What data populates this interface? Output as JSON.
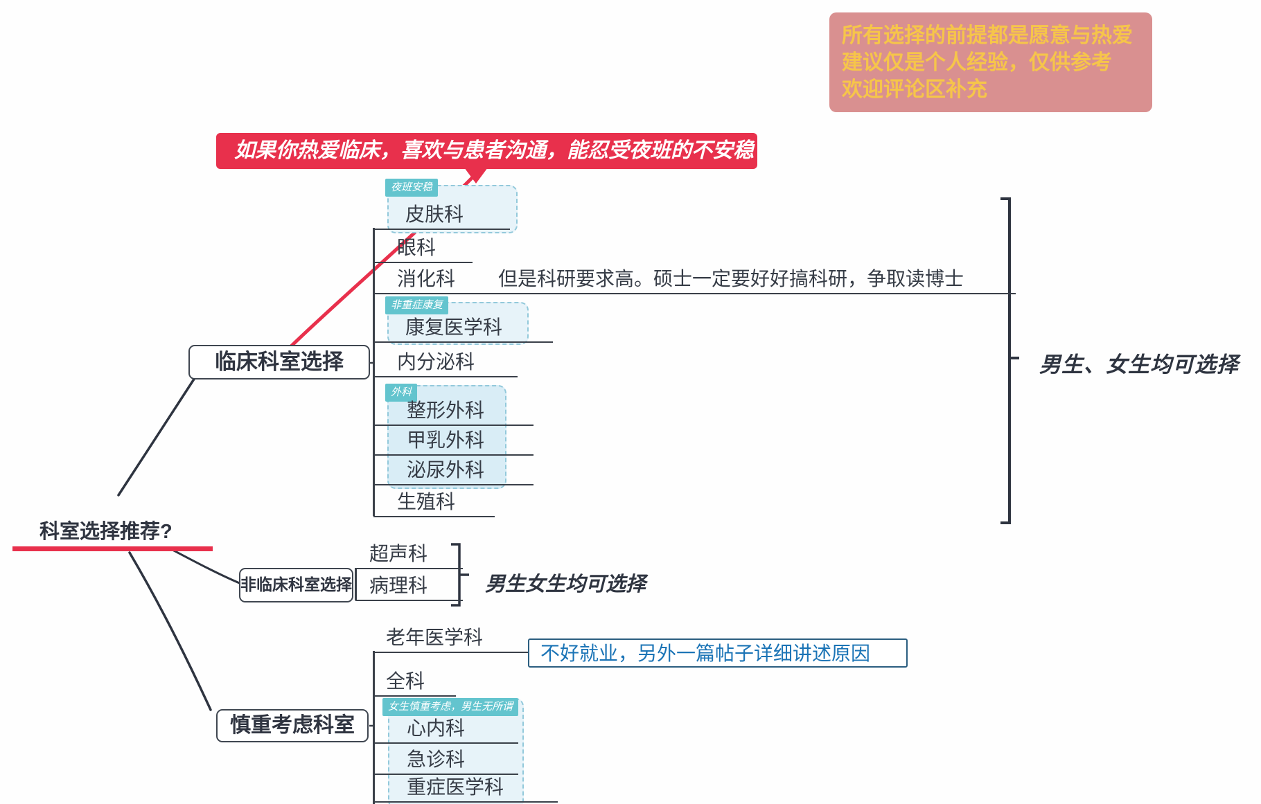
{
  "disclaimer": {
    "lines": [
      "所有选择的前提都是愿意与热爱",
      "建议仅是个人经验，仅供参考",
      "欢迎评论区补充"
    ]
  },
  "banner": {
    "text": "如果你热爱临床，喜欢与患者沟通，能忍受夜班的不安稳"
  },
  "root": {
    "label": "科室选择推荐?"
  },
  "branches": {
    "clinical": {
      "label": "临床科室选择",
      "children": {
        "dermatology": {
          "tag": "夜班安稳",
          "label": "皮肤科"
        },
        "ophthalmology": {
          "label": "眼科"
        },
        "gastroenterology": {
          "label": "消化科",
          "note": "但是科研要求高。硕士一定要好好搞科研，争取读博士"
        },
        "rehabilitation": {
          "tag": "非重症康复",
          "label": "康复医学科"
        },
        "endocrinology": {
          "label": "内分泌科"
        },
        "surgery_group": {
          "tag": "外科",
          "items": [
            "整形外科",
            "甲乳外科",
            "泌尿外科"
          ]
        },
        "reproductive": {
          "label": "生殖科"
        }
      },
      "bracket_label": "男生、女生均可选择"
    },
    "nonclinical": {
      "label": "非临床科室选择",
      "children": {
        "ultrasound": {
          "label": "超声科"
        },
        "pathology": {
          "label": "病理科"
        }
      },
      "bracket_label": "男生女生均可选择"
    },
    "caution": {
      "label": "慎重考虑科室",
      "children": {
        "geriatrics": {
          "label": "老年医学科",
          "note": "不好就业，另外一篇帖子详细讲述原因"
        },
        "general_practice": {
          "label": "全科"
        },
        "caution_group": {
          "tag": "女生慎重考虑，男生无所谓",
          "items": [
            "心内科",
            "急诊科",
            "重症医学科"
          ]
        }
      }
    }
  },
  "colors": {
    "accent_red": "#E8304C",
    "tag_teal": "#63C4CE",
    "disclaimer_bg": "#D99090",
    "disclaimer_text": "#F6C54A",
    "note_blue": "#1B74B6",
    "line_dark": "#2E3440",
    "dashed_fill": "#E7F3F9"
  }
}
